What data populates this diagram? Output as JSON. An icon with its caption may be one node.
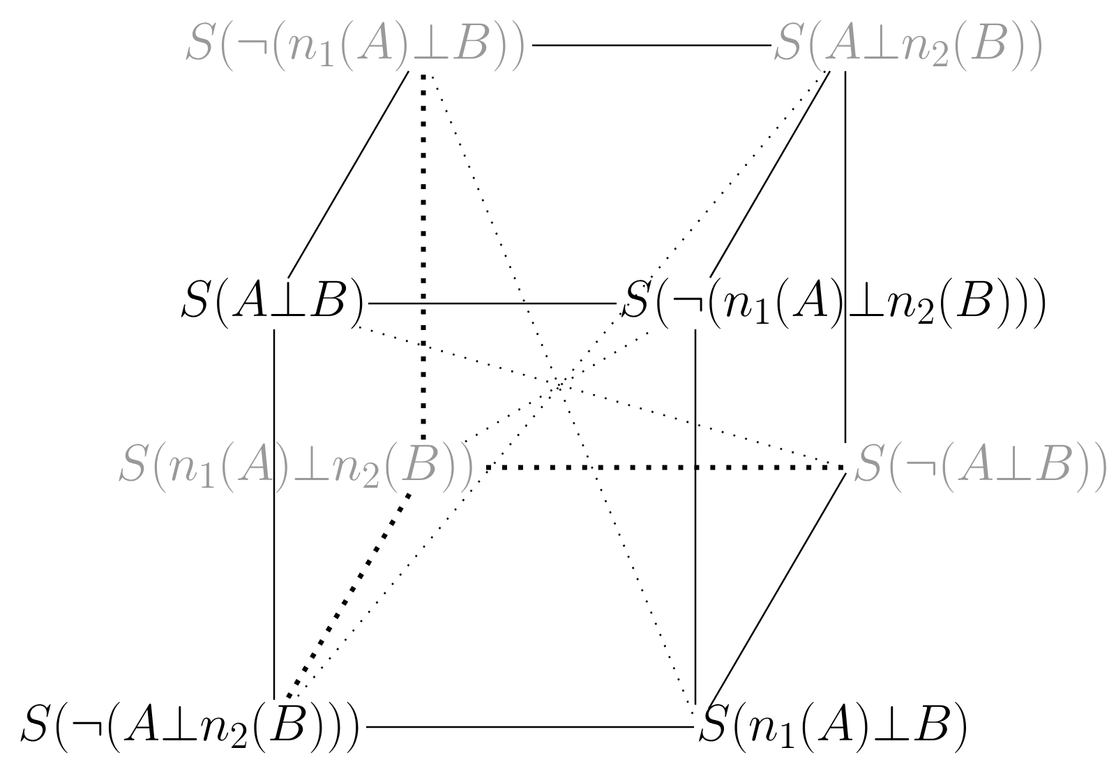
{
  "diagram": {
    "nodes": [
      {
        "text": [
          "S(\\neg(n_1(A){\\perp}B))"
        ]
      },
      {
        "text": [
          "S(A{\\perp}n_2(B))"
        ]
      },
      {
        "text": [
          "S(A{\\perp}B)"
        ]
      },
      {
        "text": [
          "S(\\neg(n_1(A){\\perp}n_2(B)))"
        ]
      },
      {
        "text": [
          "S(n_1(A){\\perp}n_2(B))"
        ]
      },
      {
        "text": [
          "S(\\neg(A{\\perp}B))"
        ]
      },
      {
        "text": [
          "S(\\neg(A{\\perp}n_2(B)))"
        ]
      },
      {
        "text": [
          "S(n_1(A){\\perp}B)"
        ]
      }
    ],
    "edges": [
      {
        "from": 0,
        "to": 1,
        "arrow": "none"
      },
      {
        "from": 0,
        "to": 2,
        "arrow": "none"
      },
      {
        "from": 1,
        "to": 3,
        "arrow": "none"
      },
      {
        "from": 1,
        "to": 5,
        "arrow": "none"
      },
      {
        "from": 2,
        "to": 3,
        "arrow": "none"
      },
      {
        "from": 2,
        "to": 6,
        "arrow": "none"
      },
      {
        "from": 3,
        "to": 7,
        "arrow": "none"
      },
      {
        "from": 6,
        "to": 7,
        "arrow": "none"
      },
      {
        "from": 5,
        "to": 7,
        "arrow": "none"
      },
      {
        "from": 0,
        "to": 4,
        "arrow": "none",
        "style": "dashed"
      },
      {
        "from": 4,
        "to": 5,
        "arrow": "none",
        "style": "dashed"
      },
      {
        "from": 4,
        "to": 6,
        "arrow": "none",
        "style": "dashed"
      },
      {
        "from": 0,
        "to": 7,
        "arrow": "none",
        "style": "dashed"
      },
      {
        "from": 1,
        "to": 6,
        "arrow": "none",
        "style": "dashed"
      },
      {
        "from": 2,
        "to": 5,
        "arrow": "none",
        "style": "dashed"
      },
      {
        "from": 3,
        "to": 4,
        "arrow": "none",
        "style": "dashed"
      }
    ]
  }
}
